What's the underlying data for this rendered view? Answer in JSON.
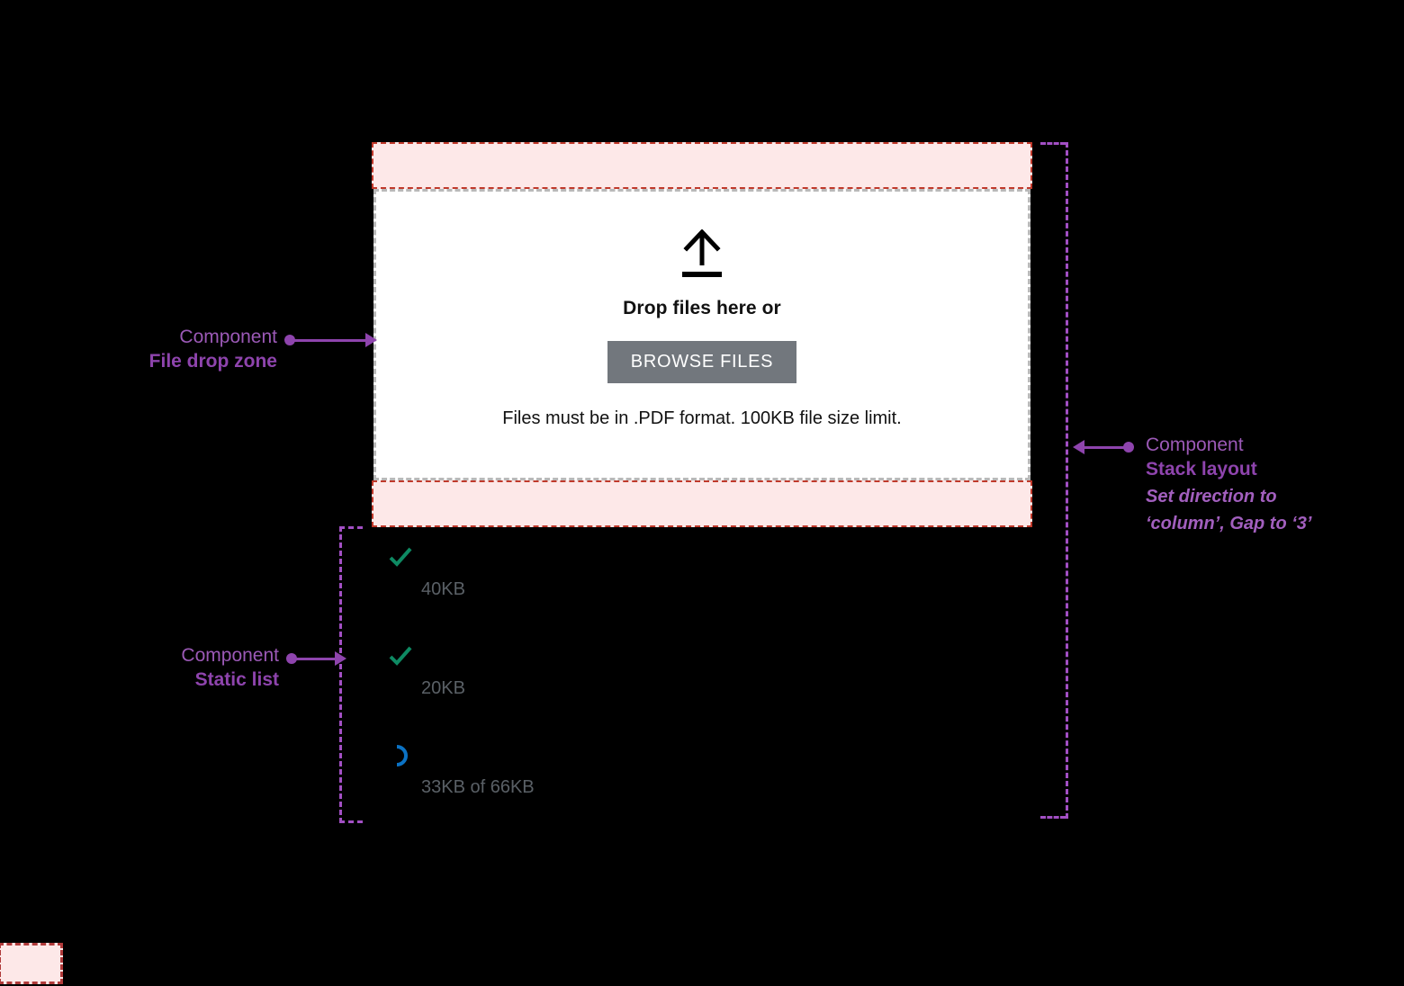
{
  "drop_zone": {
    "icon": "upload-arrow-icon",
    "title": "Drop files here or",
    "button_label": "BROWSE FILES",
    "hint": "Files must be in .PDF format. 100KB file size limit."
  },
  "file_list": {
    "items": [
      {
        "status_icon": "check-icon",
        "size": "40KB"
      },
      {
        "status_icon": "check-icon",
        "size": "20KB"
      },
      {
        "status_icon": "spinner-icon",
        "size": "33KB of 66KB"
      }
    ]
  },
  "annotations": {
    "file_drop_zone": {
      "kicker": "Component",
      "name": "File drop zone"
    },
    "static_list": {
      "kicker": "Component",
      "name": "Static list"
    },
    "stack_layout": {
      "kicker": "Component",
      "name": "Stack layout",
      "note_line_1": "Set direction to",
      "note_line_2": "‘column’, Gap to ‘3’"
    }
  },
  "colors": {
    "spacing_fill": "#fde8e8",
    "spacing_stroke": "#c0392b",
    "drop_zone_border": "#b9b9b9",
    "button_bg": "#72777d",
    "annotation_purple": "#8e44ad",
    "guide_purple": "#a24fc4",
    "success_green": "#0e8a63",
    "progress_blue": "#0b72c4",
    "size_text": "#5a6066"
  }
}
